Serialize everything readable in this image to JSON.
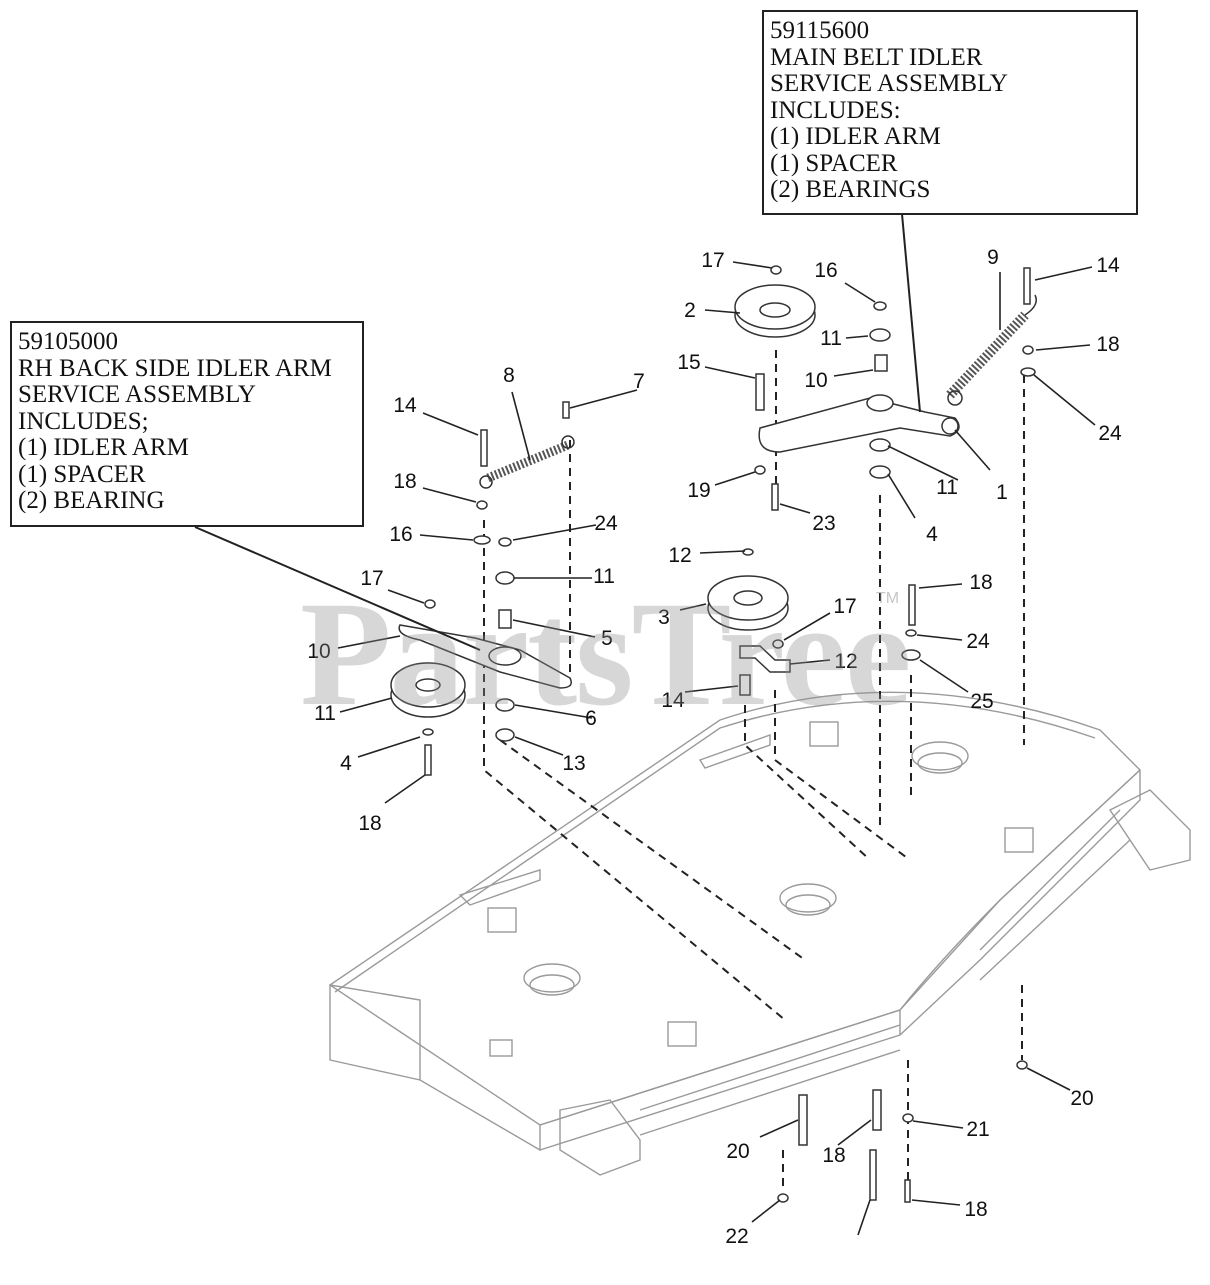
{
  "callouts": {
    "right": {
      "lines": [
        "59115600",
        "MAIN BELT IDLER",
        "SERVICE ASSEMBLY",
        "INCLUDES:",
        "(1) IDLER ARM",
        "(1) SPACER",
        "(2) BEARINGS"
      ]
    },
    "left": {
      "lines": [
        "59105000",
        "RH BACK SIDE IDLER ARM",
        "SERVICE ASSEMBLY",
        "INCLUDES;",
        "(1) IDLER ARM",
        "(1) SPACER",
        "(2) BEARING"
      ]
    }
  },
  "watermark": {
    "text": "PartsTree",
    "mark": "TM"
  },
  "part_labels": [
    "17",
    "16",
    "9",
    "14",
    "2",
    "11",
    "15",
    "10",
    "18",
    "24",
    "1",
    "19",
    "11",
    "23",
    "4",
    "8",
    "7",
    "14",
    "18",
    "16",
    "24",
    "17",
    "11",
    "12",
    "17",
    "3",
    "10",
    "5",
    "12",
    "11",
    "6",
    "14",
    "18",
    "24",
    "25",
    "4",
    "13",
    "18",
    "20",
    "20",
    "18",
    "21",
    "18",
    "22"
  ],
  "colors": {
    "line": "#222222",
    "deck_line": "#9a9a9a",
    "part_line": "#333333"
  }
}
